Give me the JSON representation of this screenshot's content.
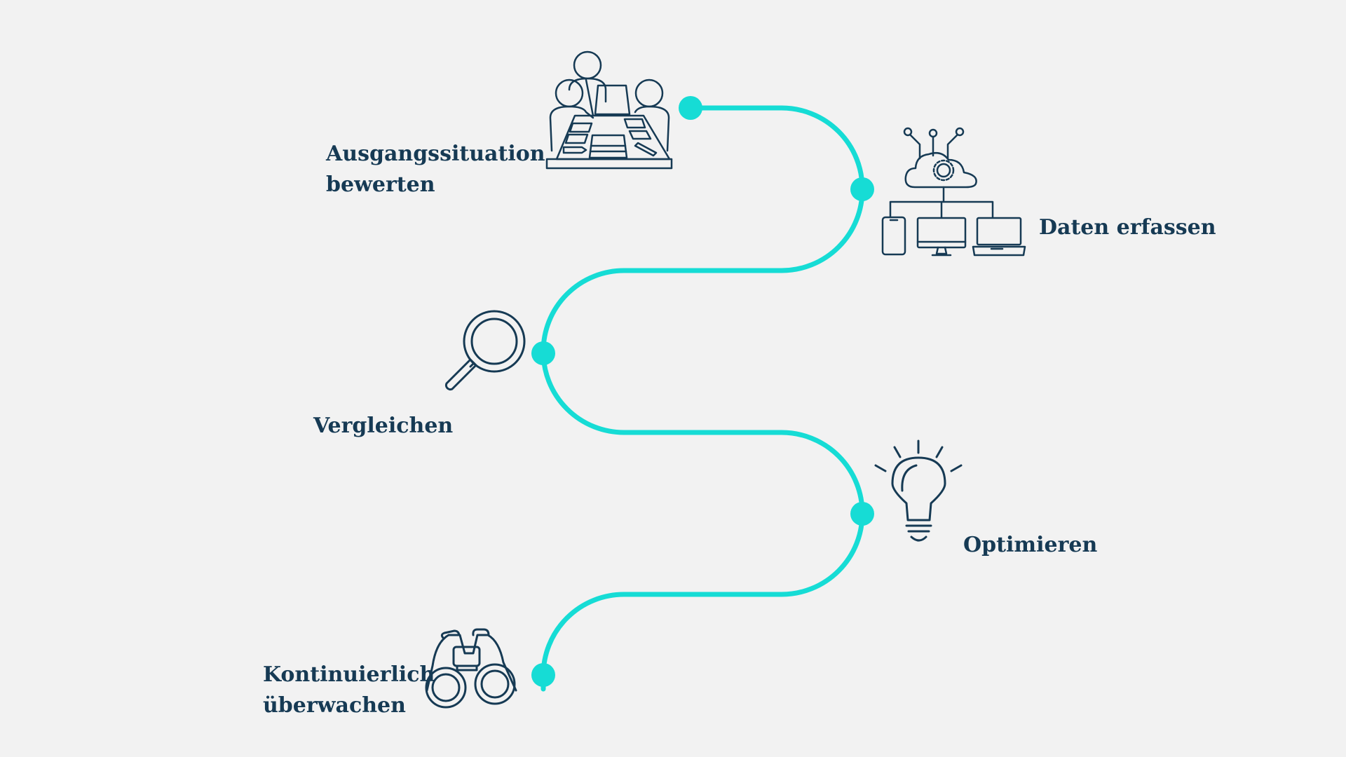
{
  "colors": {
    "background": "#f2f2f2",
    "path": "#16dcd5",
    "ink": "#163a54"
  },
  "steps": [
    {
      "lines": [
        "Ausgangssituation",
        "bewerten"
      ],
      "icon": "team-meeting-icon"
    },
    {
      "lines": [
        "Daten erfassen"
      ],
      "icon": "cloud-devices-icon"
    },
    {
      "lines": [
        "Vergleichen"
      ],
      "icon": "magnifier-icon"
    },
    {
      "lines": [
        "Optimieren"
      ],
      "icon": "lightbulb-icon"
    },
    {
      "lines": [
        "Kontinuierlich",
        "überwachen"
      ],
      "icon": "binoculars-icon"
    }
  ]
}
